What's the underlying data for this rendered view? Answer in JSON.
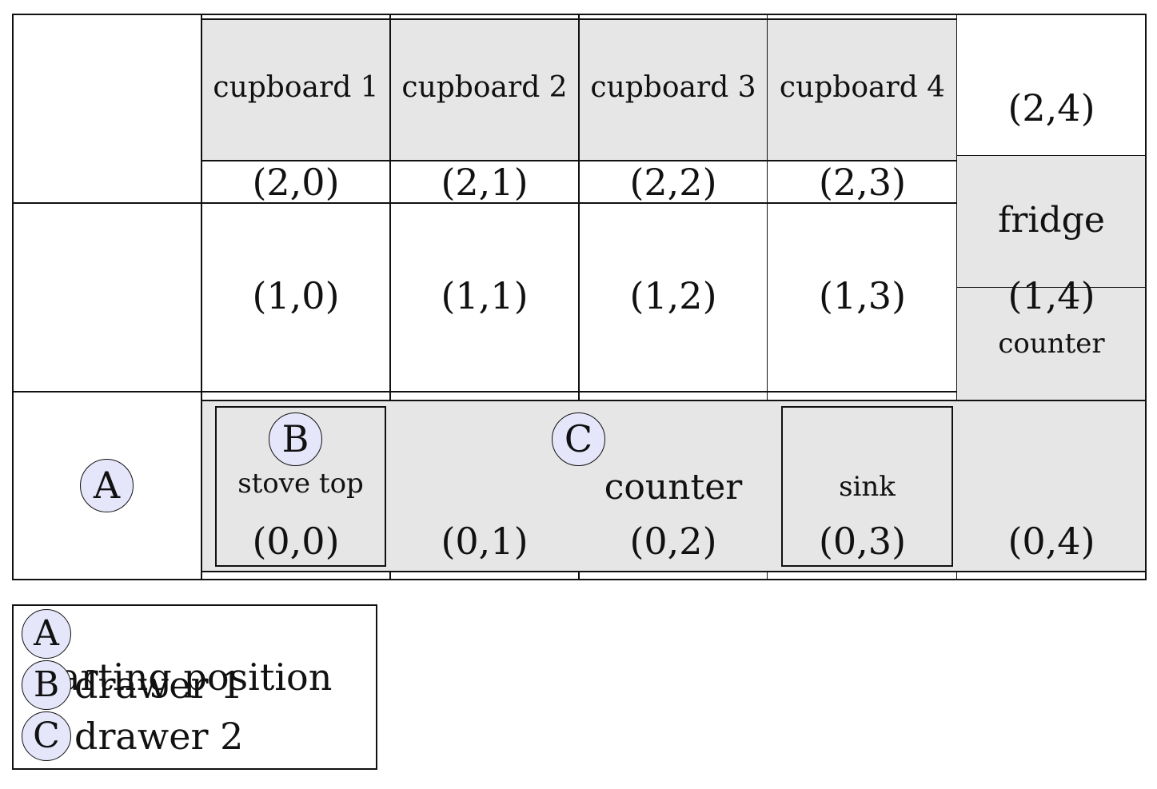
{
  "cupboards": [
    "cupboard 1",
    "cupboard 2",
    "cupboard 3",
    "cupboard 4"
  ],
  "fridge": "fridge",
  "counter_small": "counter",
  "counter_main": "counter",
  "stove_top": "stove top",
  "sink": "sink",
  "markers": {
    "a": "A",
    "b": "B",
    "c": "C"
  },
  "coords": {
    "r2": [
      "(2,0)",
      "(2,1)",
      "(2,2)",
      "(2,3)",
      "(2,4)"
    ],
    "r1": [
      "(1,0)",
      "(1,1)",
      "(1,2)",
      "(1,3)",
      "(1,4)"
    ],
    "r0": [
      "(0,0)",
      "(0,1)",
      "(0,2)",
      "(0,3)",
      "(0,4)"
    ]
  },
  "legend": [
    {
      "marker": "A",
      "text": "starting position"
    },
    {
      "marker": "B",
      "text": "drawer 1"
    },
    {
      "marker": "C",
      "text": "drawer 2"
    }
  ],
  "colors": {
    "appliance_fill": "#e6e6e6",
    "marker_fill": "#e6e6fb",
    "line": "#111111"
  }
}
